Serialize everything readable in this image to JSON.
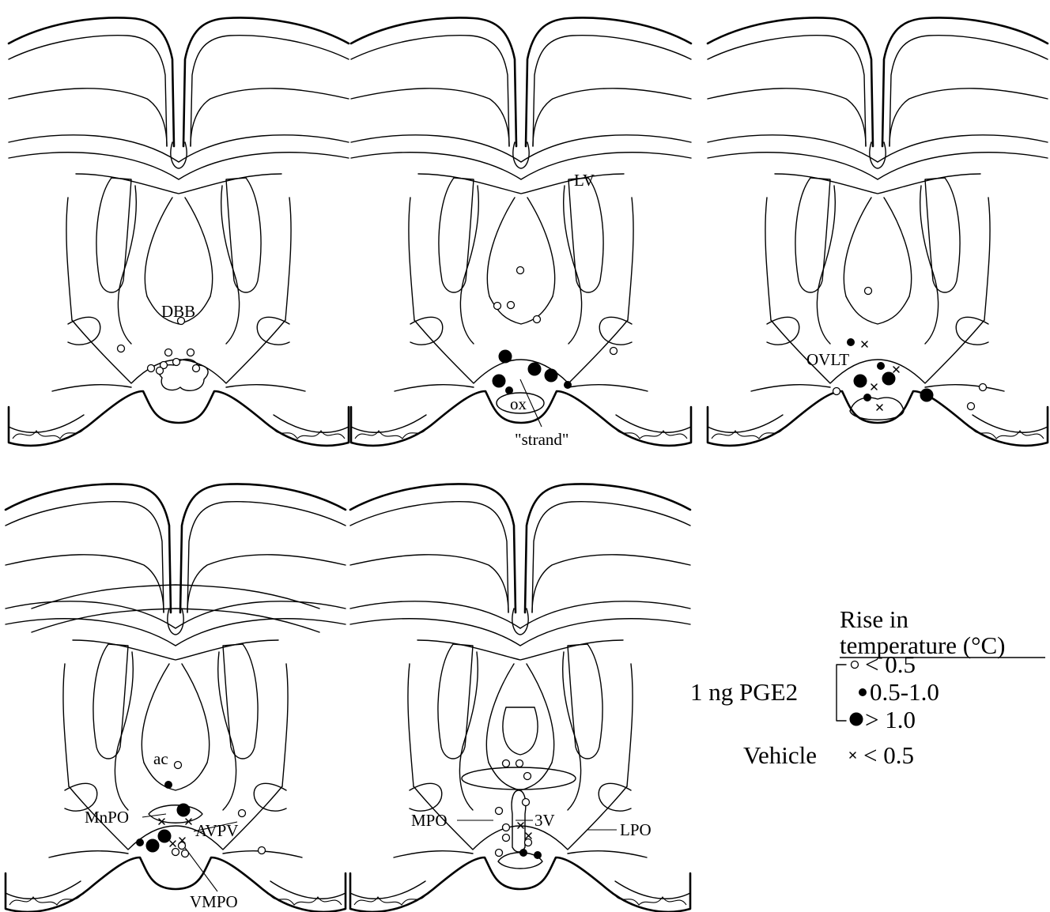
{
  "figure": {
    "sections": [
      {
        "id": "a",
        "labels": [
          "DBB"
        ]
      },
      {
        "id": "b",
        "labels": [
          "LV",
          "ox",
          "\"strand\""
        ]
      },
      {
        "id": "c",
        "labels": [
          "OVLT"
        ]
      },
      {
        "id": "d",
        "labels": [
          "ac",
          "MnPO",
          "AVPV",
          "VMPO"
        ]
      },
      {
        "id": "e",
        "labels": [
          "MPO",
          "3V",
          "LPO"
        ]
      }
    ]
  },
  "legend": {
    "title_line1": "Rise  in",
    "title_line2": "temperature (°C)",
    "group_label": "1 ng PGE2",
    "items": [
      {
        "marker": "open-circle",
        "text": "< 0.5"
      },
      {
        "marker": "small-filled-circle",
        "text": "0.5-1.0"
      },
      {
        "marker": "large-filled-circle",
        "text": "> 1.0"
      }
    ],
    "vehicle_label": "Vehicle",
    "vehicle_item": {
      "marker": "x-mark",
      "text": "< 0.5"
    }
  }
}
